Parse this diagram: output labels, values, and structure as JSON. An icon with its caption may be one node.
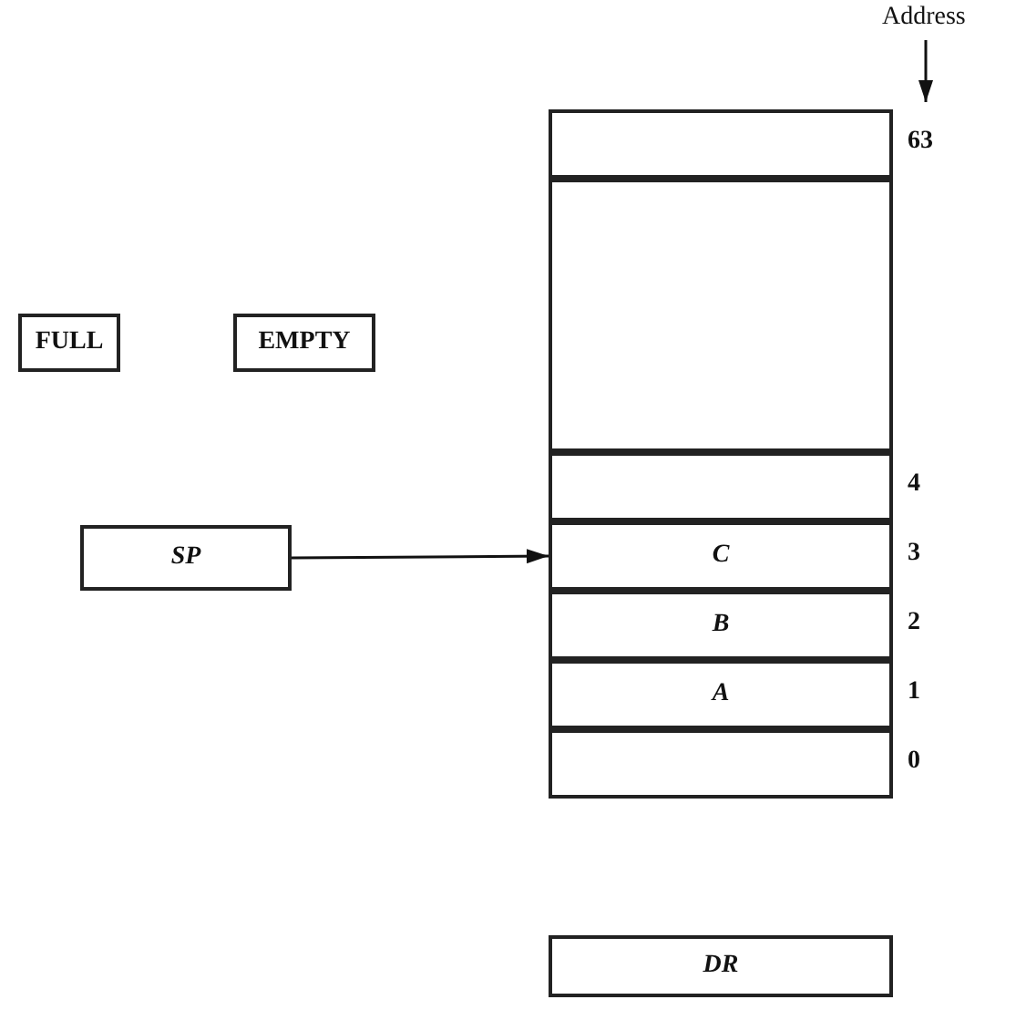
{
  "diagram": {
    "nodes": [
      {
        "text": [],
        "shape": "box",
        "beside": [
          "63"
        ]
      },
      {
        "text": [],
        "shape": "box"
      },
      {
        "text": [
          "FULL"
        ]
      },
      {
        "text": [
          "EMPTY"
        ]
      },
      {
        "text": [],
        "shape": "box",
        "beside": [
          "4"
        ]
      },
      {
        "text": [
          "SP"
        ]
      },
      {
        "text": [
          "C"
        ],
        "beside": [
          "3"
        ]
      },
      {
        "text": [
          "B"
        ],
        "beside": [
          "2"
        ]
      },
      {
        "text": [
          "A"
        ],
        "beside": [
          "1"
        ]
      },
      {
        "text": [],
        "shape": "box",
        "beside": [
          "0"
        ]
      },
      {
        "text": [
          "DR"
        ]
      }
    ],
    "edges": [
      {
        "from": 5,
        "to": 6,
        "arrow": "to"
      }
    ],
    "labels": [
      "Address"
    ]
  }
}
